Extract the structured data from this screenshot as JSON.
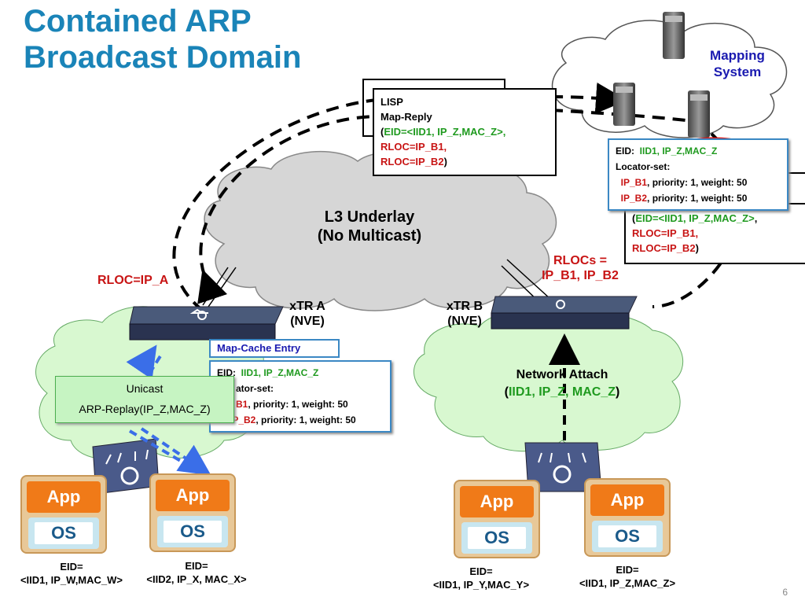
{
  "title": {
    "line1": "Contained ARP",
    "line2": "Broadcast Domain"
  },
  "mapping_system": {
    "line1": "Mapping",
    "line2": "System"
  },
  "underlay": {
    "line1": "L3 Underlay",
    "line2": "(No Multicast)"
  },
  "map_reply_box": {
    "line1": "LISP",
    "line2": "Map-Reply",
    "eid_open": "(",
    "eid_value": "EID=<IID1, IP_Z,MAC_Z>,",
    "rloc1": "RLOC=IP_B1,",
    "rloc2": "RLOC=IP_B2",
    "close": ")"
  },
  "map_reply_box_right": {
    "eid_open": "(",
    "eid_value": "EID=<IID1, IP_Z,MAC_Z>",
    "comma": ",",
    "rloc1": "RLOC=IP_B1,",
    "rloc2": "RLOC=IP_B2",
    "close": ")"
  },
  "mapping_entry": {
    "eid_label": "EID:",
    "eid_value": "IID1, IP_Z,MAC_Z",
    "locator_label": "Locator-set:",
    "loc1_ip": "IP_B1",
    "loc1_rest": ", priority: 1, weight: 50",
    "loc2_ip": "IP_B2",
    "loc2_rest": ", priority: 1, weight: 50"
  },
  "map_cache": {
    "title": "Map-Cache Entry",
    "eid_label": "EID:",
    "eid_value": "IID1, IP_Z,MAC_Z",
    "locator_label": "ator-set:",
    "loc1_ip": "B1",
    "loc1_rest": ", priority: 1, weight: 50",
    "loc2_ip": "IP_B2",
    "loc2_rest": ", priority: 1, weight: 50"
  },
  "rloc_a": "RLOC=IP_A",
  "rlocs_b": {
    "line1": "RLOCs =",
    "line2": "IP_B1, IP_B2"
  },
  "xtr_a": {
    "line1": "xTR A",
    "line2": "(NVE)"
  },
  "xtr_b": {
    "line1": "xTR B",
    "line2": "(NVE)"
  },
  "network_attach": {
    "line1": "Network Attach",
    "open": "(",
    "value": "IID1, IP_Z, MAC_Z",
    "close": ")"
  },
  "unicast": {
    "line1": "Unicast",
    "line2": "ARP-Replay(IP_Z,MAC_Z)"
  },
  "hosts": [
    {
      "app": "App",
      "os": "OS",
      "eid1": "EID=",
      "eid2": "<IID1, IP_W,MAC_W>"
    },
    {
      "app": "App",
      "os": "OS",
      "eid1": "EID=",
      "eid2": "<IID2, IP_X, MAC_X>"
    },
    {
      "app": "App",
      "os": "OS",
      "eid1": "EID=",
      "eid2": "<IID1, IP_Y,MAC_Y>"
    },
    {
      "app": "App",
      "os": "OS",
      "eid1": "EID=",
      "eid2": "<IID1, IP_Z,MAC_Z>"
    }
  ],
  "page_number": "6",
  "colors": {
    "title": "#1a84b8",
    "eid_green": "#1f9a1f",
    "rloc_red": "#c81414",
    "cloud_gray": "#d6d6d6",
    "cloud_green": "#d8f8d0",
    "border_blue": "#3b88c4",
    "app_orange": "#f07a18"
  }
}
